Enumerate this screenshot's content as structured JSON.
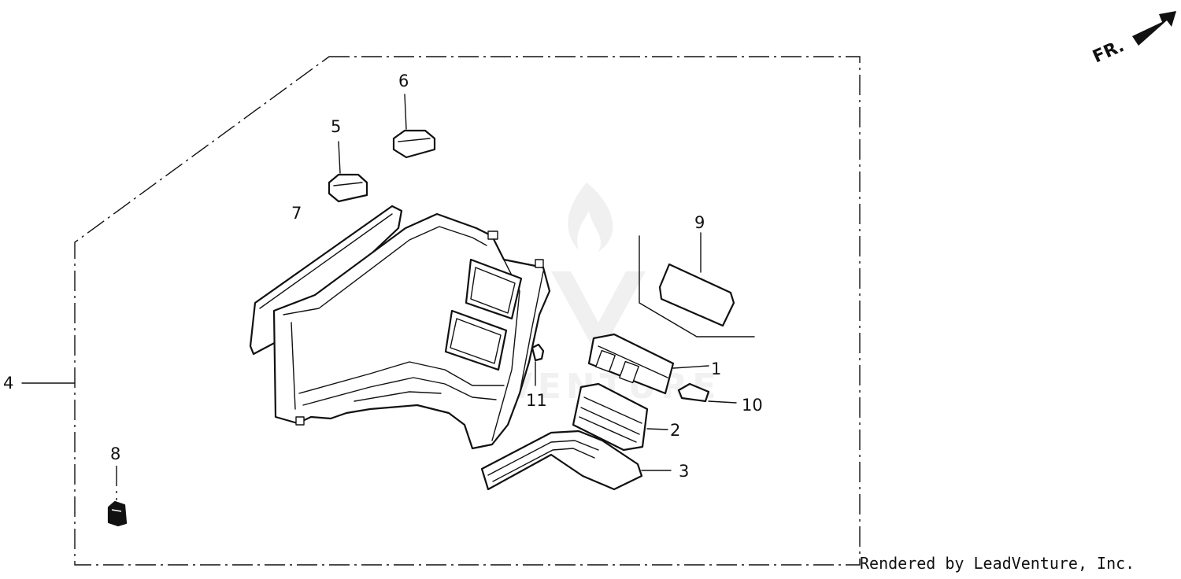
{
  "diagram": {
    "callouts": [
      {
        "id": "1",
        "label": "1"
      },
      {
        "id": "2",
        "label": "2"
      },
      {
        "id": "3",
        "label": "3"
      },
      {
        "id": "4",
        "label": "4"
      },
      {
        "id": "5",
        "label": "5"
      },
      {
        "id": "6",
        "label": "6"
      },
      {
        "id": "7",
        "label": "7"
      },
      {
        "id": "8",
        "label": "8"
      },
      {
        "id": "9",
        "label": "9"
      },
      {
        "id": "10",
        "label": "10"
      },
      {
        "id": "11",
        "label": "11"
      }
    ],
    "front_arrow_label": "FR.",
    "watermark_text": "LEADVENTURE",
    "credit": "Rendered by LeadVenture, Inc."
  }
}
